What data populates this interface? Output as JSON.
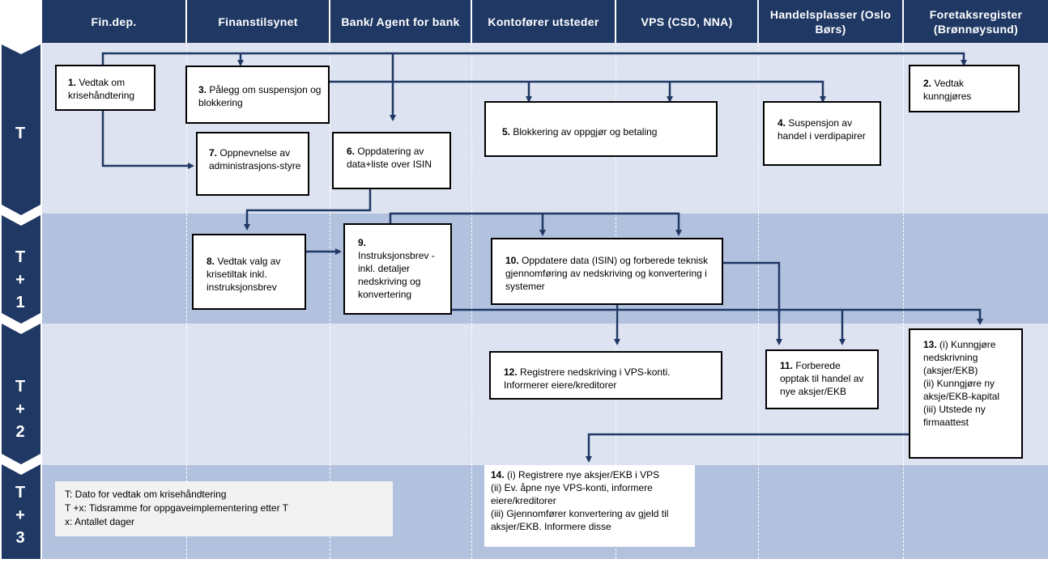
{
  "headers": [
    "Fin.dep.",
    "Finanstilsynet",
    "Bank/ Agent for bank",
    "Kontofører utsteder",
    "VPS (CSD, NNA)",
    "Handelsplasser (Oslo Børs)",
    "Foretaksregister (Brønnøysund)"
  ],
  "rows": [
    {
      "label_lines": [
        "T"
      ]
    },
    {
      "label_lines": [
        "T",
        "+",
        "1"
      ]
    },
    {
      "label_lines": [
        "T",
        "+",
        "2"
      ]
    },
    {
      "label_lines": [
        "T",
        "+",
        "3"
      ]
    }
  ],
  "colors": {
    "header": "#1f3864",
    "row_light": "#dde3f1",
    "row_dark": "#b1c1de",
    "arrow": "#1f3864"
  },
  "boxes": {
    "b1": {
      "num": "1.",
      "text": "Vedtak om krisehåndtering"
    },
    "b2": {
      "num": "2.",
      "text": "Vedtak kunngjøres"
    },
    "b3": {
      "num": "3.",
      "text": "Pålegg om  suspensjon og blokkering"
    },
    "b4": {
      "num": "4.",
      "text": "Suspensjon av handel i verdipapirer"
    },
    "b5": {
      "num": "5.",
      "text": "Blokkering av oppgjør og betaling"
    },
    "b6": {
      "num": "6.",
      "text": "Oppdatering av data+liste over ISIN"
    },
    "b7": {
      "num": "7.",
      "text": "Oppnevnelse av administrasjons-styre"
    },
    "b8": {
      "num": "8.",
      "text": "Vedtak valg av krisetiltak inkl. instruksjonsbrev"
    },
    "b9": {
      "num": "9.",
      "text": "Instruksjonsbrev - inkl. detaljer nedskriving og konvertering"
    },
    "b10": {
      "num": "10.",
      "text": "Oppdatere data (ISIN) og forberede teknisk gjennomføring  av nedskriving og konvertering i systemer"
    },
    "b11": {
      "num": "11.",
      "text": "Forberede opptak til handel av nye aksjer/EKB"
    },
    "b12": {
      "num": "12.",
      "text": "Registrere nedskriving i VPS-konti. Informerer eiere/kreditorer"
    },
    "b13": {
      "num": "13.",
      "lines": [
        "(i) Kunngjøre nedskrivning (aksjer/EKB)",
        "(ii) Kunngjøre ny aksje/EKB-kapital",
        "(iii) Utstede ny firmaattest"
      ]
    },
    "b14": {
      "num": "14.",
      "lines": [
        "(i) Registrere nye aksjer/EKB i VPS",
        "(ii) Ev. åpne nye VPS-konti, informere eiere/kreditorer",
        "(iii) Gjennomfører konvertering  av gjeld til aksjer/EKB. Informere disse"
      ]
    }
  },
  "legend": [
    "T: Dato for vedtak om krisehåndtering",
    "T +x: Tidsramme for oppgaveimplementering etter T",
    "x: Antallet dager"
  ]
}
